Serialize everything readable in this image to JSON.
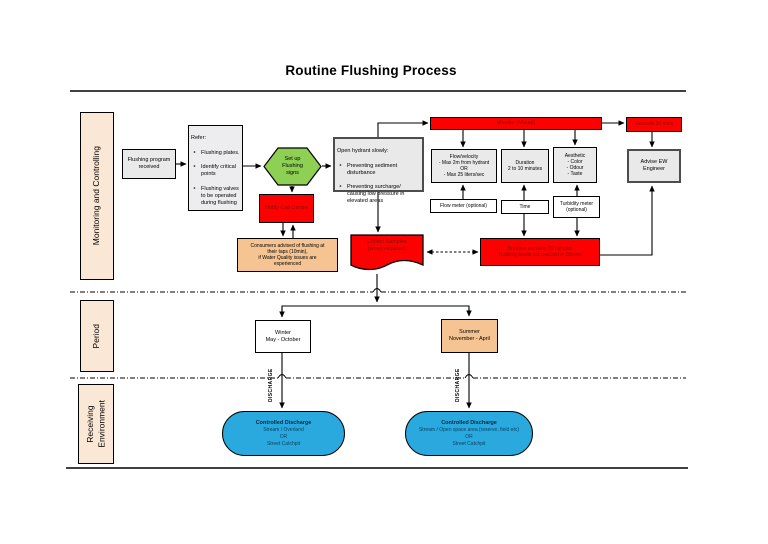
{
  "title": "Routine Flushing Process",
  "lanes": {
    "monitoring": "Monitoring and Controlling",
    "period": "Period",
    "receiving": "Receiving\nEnvironment"
  },
  "bullet_glyph": "‣",
  "nodes": {
    "flushing_program": "Flushing program\nreceived",
    "refer_title": "Refer:",
    "refer_bullets": [
      "Flushing plates.",
      "Identify critical points",
      "Flushing valves to be operated during flushing"
    ],
    "setup_signs": "Set up\nFlushing\nsigns",
    "notify_call_centre": "Notify Call Centre",
    "consumers": "Consumers advised of flushing at\ntheir taps (10min),\nif Water Quality issues are\nexperienced",
    "open_hydrant_title": "Open hydrant slowly:",
    "open_hydrant_bullets": [
      "Preventing sediment disturbance",
      "Preventing surcharge/ causing low pressure in elevated areas"
    ],
    "monitor": "Monitor (Visual)",
    "exceeds": "Exceeds 30 mins",
    "flow_velocity": "Flow/velocity\n- Max 2m from hydrant\nOR\n- Max 25 liters/sec",
    "duration": "Duration\n2 to 10 minutes",
    "aesthetic": "Aesthetic\n- Color\n- Odour\n- Taste",
    "advise_engineer": "Advise EW\nEngineer",
    "flow_meter": "Flow meter (optional)",
    "time": "Time",
    "turbidity_meter": "Turbidity meter\n(optional)",
    "collect_samples": "Collect Samples\n(when required)",
    "duration_exceeds": "Duration exceeds 30 minutes\nTurbidity levels not reached in 30mins",
    "winter": "Winter\nMay - October",
    "summer": "Summer\nNovember - April",
    "discharge_label": "DISCHARGE",
    "discharge_winter_title": "Controlled Discharge",
    "discharge_winter_body": "Stream / Overland\nOR\nStreet Catchpit",
    "discharge_summer_title": "Controlled Discharge",
    "discharge_summer_body": "Stream / Open space area  (reserve, field etc)\nOR\nStreet Catchpit"
  },
  "colors": {
    "red": "#FE0000",
    "red_text": "#7E150B",
    "green": "#8ED054",
    "peach_light": "#FBE7D5",
    "peach": "#F5C492",
    "gray": "#EAEAEA",
    "blue": "#29A9DE",
    "blue_text": "#0A4265"
  }
}
